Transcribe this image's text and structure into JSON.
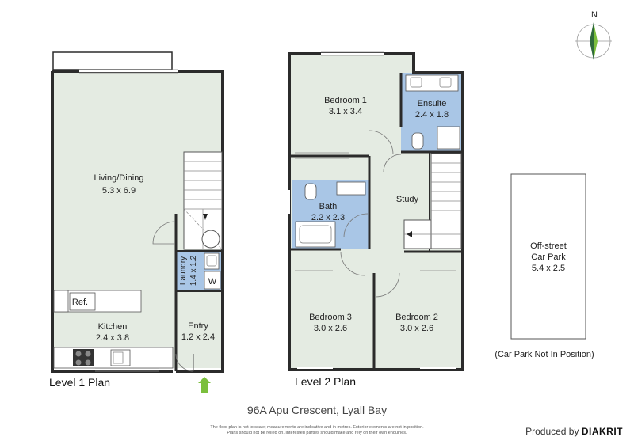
{
  "compass": {
    "north_label": "N"
  },
  "level1": {
    "title": "Level 1 Plan",
    "rooms": [
      {
        "id": "living",
        "name": "Living/Dining",
        "size": "5.3 x 6.9"
      },
      {
        "id": "kitchen",
        "name": "Kitchen",
        "size": "2.4 x 3.8"
      },
      {
        "id": "entry",
        "name": "Entry",
        "size": "1.2 x 2.4"
      },
      {
        "id": "laundry",
        "name": "Laundry",
        "size": "1.4 x 1.2"
      }
    ],
    "fixtures": {
      "fridge": "Ref.",
      "washer": "W"
    }
  },
  "level2": {
    "title": "Level 2 Plan",
    "rooms": [
      {
        "id": "bed1",
        "name": "Bedroom 1",
        "size": "3.1 x 3.4"
      },
      {
        "id": "ensuite",
        "name": "Ensuite",
        "size": "2.4 x 1.8"
      },
      {
        "id": "bath",
        "name": "Bath",
        "size": "2.2 x 2.3"
      },
      {
        "id": "study",
        "name": "Study",
        "size": ""
      },
      {
        "id": "bed3",
        "name": "Bedroom 3",
        "size": "3.0 x 2.6"
      },
      {
        "id": "bed2",
        "name": "Bedroom 2",
        "size": "3.0 x 2.6"
      }
    ]
  },
  "carpark": {
    "line1": "Off-street",
    "line2": "Car Park",
    "size": "5.4 x 2.5",
    "note": "(Car Park Not In Position)"
  },
  "address": "96A Apu Crescent, Lyall Bay",
  "disclaimer": {
    "line1": "The floor plan is not to scale; measurements are indicative and in metres. Exterior elements are not in position.",
    "line2": "Plans should not be relied on. Interested parties should make and rely on their own enquiries."
  },
  "brand": {
    "prefix": "Produced by",
    "name": "DIAKRIT"
  },
  "colors": {
    "room": "#e4ebe2",
    "wet": "#a9c6e6",
    "wall": "#2b2b2b",
    "arrow": "#7bbf3c"
  }
}
